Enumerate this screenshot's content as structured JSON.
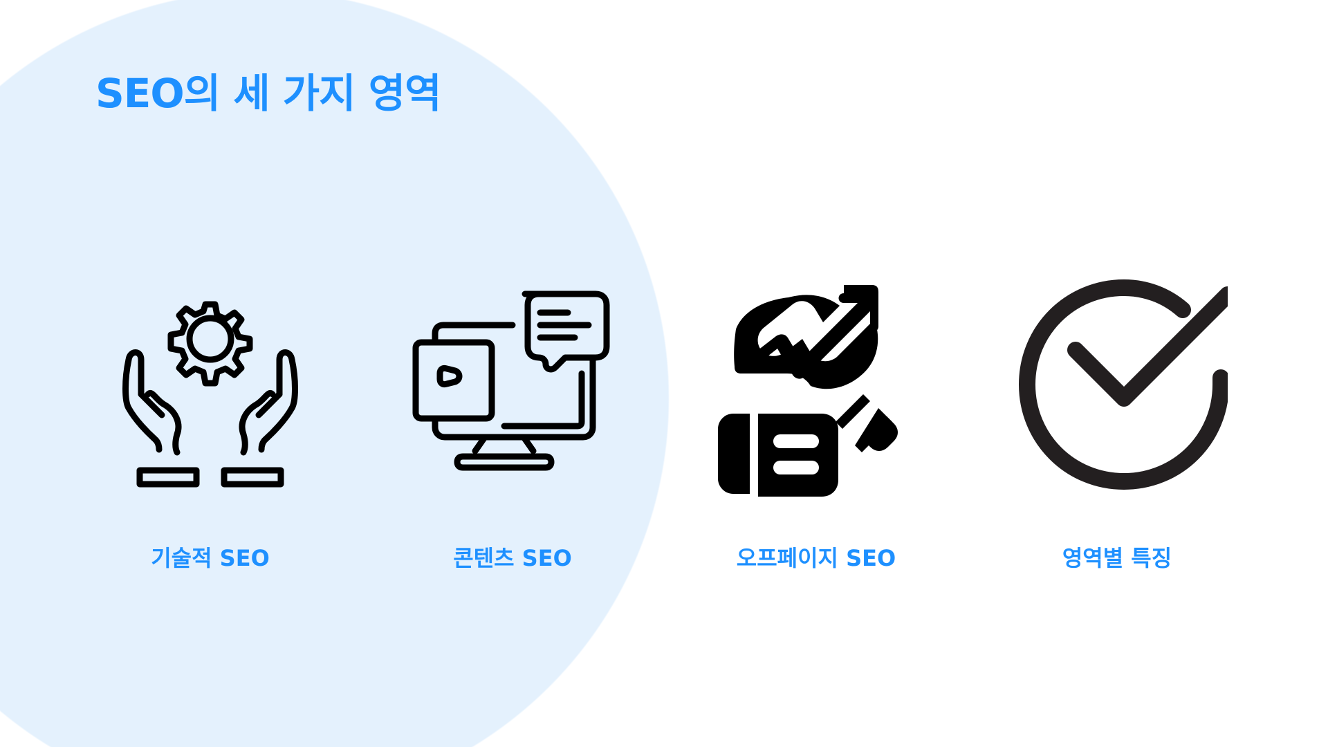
{
  "title": "SEO의 세 가지 영역",
  "colors": {
    "accent": "#1E90FF",
    "background_circle": "#E4F1FD",
    "icon": "#000000"
  },
  "items": [
    {
      "label": "기술적 SEO",
      "icon": "hands-gear-icon"
    },
    {
      "label": "콘텐츠 SEO",
      "icon": "devices-content-icon"
    },
    {
      "label": "오프페이지 SEO",
      "icon": "growth-magnifier-icon"
    },
    {
      "label": "영역별 특징",
      "icon": "check-circle-icon"
    }
  ]
}
